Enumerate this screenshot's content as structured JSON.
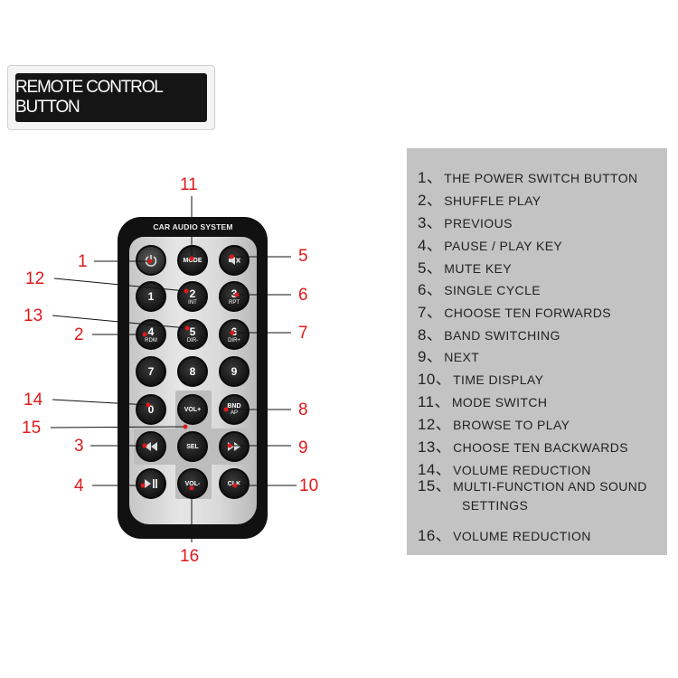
{
  "banner": {
    "title": "REMOTE CONTROL BUTTON"
  },
  "remote": {
    "title": "CAR AUDIO SYSTEM",
    "buttons": {
      "power": {
        "icon": "power-icon"
      },
      "mode": {
        "label": "MODE"
      },
      "mute": {
        "icon": "mute-icon"
      },
      "b1": {
        "label": "1"
      },
      "b2": {
        "label": "2",
        "sub": "INT"
      },
      "b3": {
        "label": "3",
        "sub": "RPT"
      },
      "b4": {
        "label": "4",
        "sub": "RDM"
      },
      "b5": {
        "label": "5",
        "sub": "DIR-"
      },
      "b6": {
        "label": "6",
        "sub": "DIR+"
      },
      "b7": {
        "label": "7"
      },
      "b8": {
        "label": "8"
      },
      "b9": {
        "label": "9"
      },
      "b0": {
        "label": "0"
      },
      "volup": {
        "label": "VOL+"
      },
      "band": {
        "label": "BND",
        "sub": "AP"
      },
      "prev": {
        "icon": "rewind-icon"
      },
      "sel": {
        "label": "SEL"
      },
      "next": {
        "icon": "fast-forward-icon"
      },
      "playpause": {
        "icon": "play-pause-icon"
      },
      "voldown": {
        "label": "VOL-"
      },
      "clk": {
        "label": "CLK"
      }
    }
  },
  "callouts": [
    "1",
    "2",
    "3",
    "4",
    "5",
    "6",
    "7",
    "8",
    "9",
    "10",
    "11",
    "12",
    "13",
    "14",
    "15",
    "16"
  ],
  "legend": [
    {
      "num": "1、",
      "text": "THE POWER SWITCH BUTTON"
    },
    {
      "num": "2、",
      "text": "SHUFFLE PLAY"
    },
    {
      "num": "3、",
      "text": "PREVIOUS"
    },
    {
      "num": "4、",
      "text": "PAUSE / PLAY KEY"
    },
    {
      "num": "5、",
      "text": "MUTE KEY"
    },
    {
      "num": "6、",
      "text": "SINGLE CYCLE"
    },
    {
      "num": "7、",
      "text": "CHOOSE TEN FORWARDS"
    },
    {
      "num": "8、",
      "text": "BAND SWITCHING"
    },
    {
      "num": "9、",
      "text": "NEXT"
    },
    {
      "num": "10、",
      "text": "TIME DISPLAY"
    },
    {
      "num": "11、",
      "text": "MODE SWITCH"
    },
    {
      "num": "12、",
      "text": "BROWSE TO PLAY"
    },
    {
      "num": "13、",
      "text": "CHOOSE TEN BACKWARDS"
    },
    {
      "num": "14、",
      "text": "VOLUME REDUCTION"
    },
    {
      "num": "15、",
      "text": "MULTI-FUNCTION AND SOUND",
      "text2": "SETTINGS"
    },
    {
      "num": "16、",
      "text": "VOLUME REDUCTION"
    }
  ],
  "colors": {
    "callout": "#e01a1a",
    "panel": "#c3c3c3",
    "remote": "#111111"
  }
}
